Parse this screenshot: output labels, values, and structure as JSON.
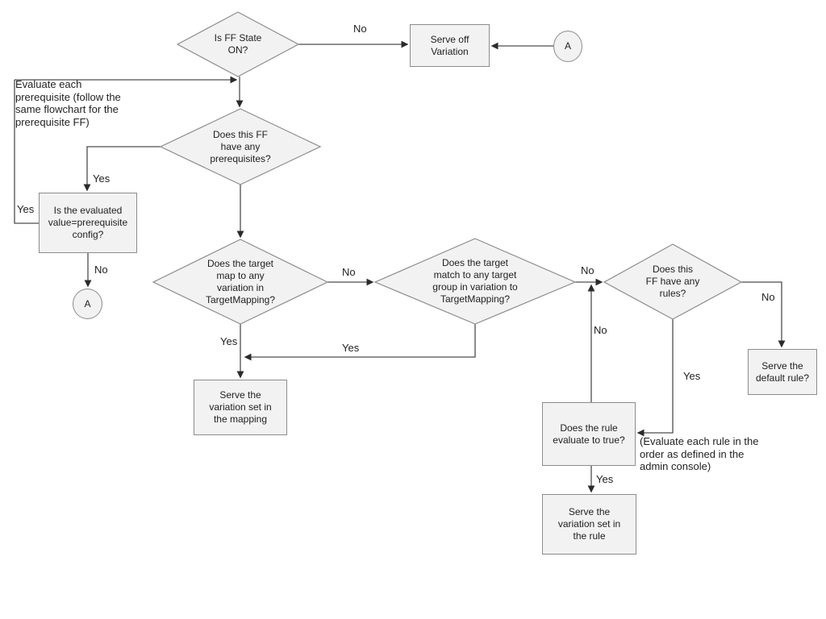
{
  "flowchart": {
    "colors": {
      "shape_fill": "#f2f2f2",
      "shape_border": "#8c8c8c",
      "line": "#4d4d4d",
      "arrow": "#2b2b2b",
      "text": "#1f1f1f"
    },
    "nodes": {
      "is_ff_state_on": {
        "label": "Is FF State\nON?"
      },
      "serve_off_variation": {
        "label": "Serve off\nVariation"
      },
      "connector_a_top": {
        "label": "A"
      },
      "has_prerequisites": {
        "label": "Does this FF\nhave any\nprerequisites?"
      },
      "evaluated_value": {
        "label": "Is the evaluated\nvalue=prerequisite\nconfig?"
      },
      "connector_a_bottom": {
        "label": "A"
      },
      "target_map_variation": {
        "label": "Does the target\nmap to any\nvariation in\nTargetMapping?"
      },
      "target_match_group": {
        "label": "Does the target\nmatch to any target\ngroup in variation to\nTargetMapping?"
      },
      "has_rules": {
        "label": "Does this\nFF have any\nrules?"
      },
      "serve_mapping": {
        "label": "Serve the\nvariation set in\nthe mapping"
      },
      "rule_evaluates_true": {
        "label": "Does the rule\nevaluate to true?"
      },
      "serve_rule": {
        "label": "Serve the\nvariation set in\nthe rule"
      },
      "serve_default": {
        "label": "Serve the\ndefault rule?"
      }
    },
    "annotations": {
      "prereq_note": "Evaluate each\nprerequisite (follow the\nsame flowchart for the\nprerequisite FF)",
      "rules_note": "(Evaluate each rule in the\norder as defined in the\nadmin console)"
    },
    "edge_labels": {
      "no_state_off": "No",
      "yes_prereq": "Yes",
      "yes_loop": "Yes",
      "no_eval": "No",
      "no_map": "No",
      "yes_map": "Yes",
      "yes_match": "Yes",
      "no_match": "No",
      "no_rule_eval": "No",
      "yes_rules": "Yes",
      "no_rules": "No",
      "yes_rule_true": "Yes"
    }
  }
}
